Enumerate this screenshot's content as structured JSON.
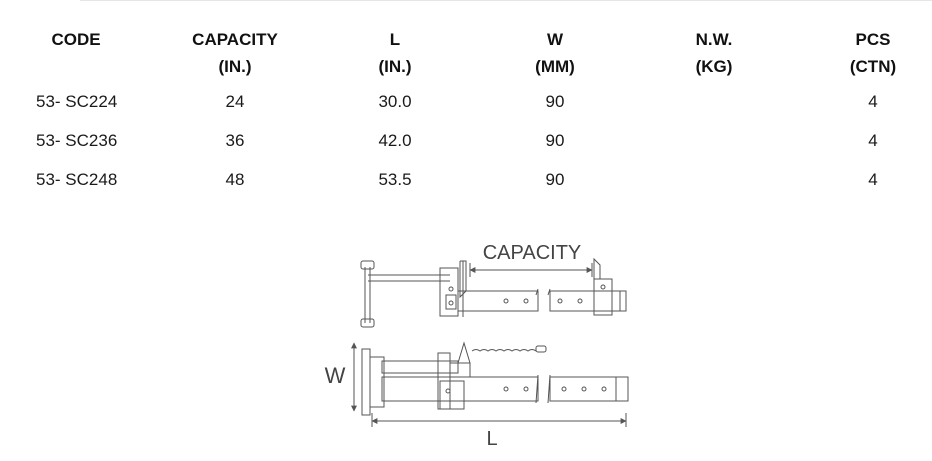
{
  "table": {
    "headers": [
      {
        "line1": "CODE",
        "line2": ""
      },
      {
        "line1": "CAPACITY",
        "line2": "(IN.)"
      },
      {
        "line1": "L",
        "line2": "(IN.)"
      },
      {
        "line1": "W",
        "line2": "(MM)"
      },
      {
        "line1": "N.W.",
        "line2": "(KG)"
      },
      {
        "line1": "PCS",
        "line2": "(CTN)"
      }
    ],
    "rows": [
      [
        "53- SC224",
        "24",
        "30.0",
        "90",
        "",
        "4"
      ],
      [
        "53- SC236",
        "36",
        "42.0",
        "90",
        "",
        "4"
      ],
      [
        "53- SC248",
        "48",
        "53.5",
        "90",
        "",
        "4"
      ]
    ]
  },
  "diagram": {
    "capacity_label": "CAPACITY",
    "width_label": "W",
    "length_label": "L"
  }
}
